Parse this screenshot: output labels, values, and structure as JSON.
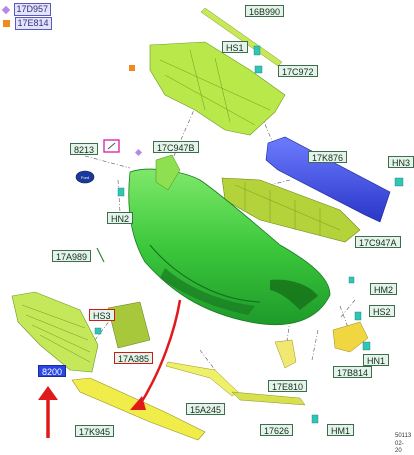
{
  "legend": [
    {
      "code": "17D957",
      "marker": "diamond",
      "color": "#b48ae6"
    },
    {
      "code": "17E814",
      "marker": "square",
      "color": "#f08a1c"
    }
  ],
  "labels": {
    "l_16B990": "16B990",
    "l_HS1": "HS1",
    "l_17C972": "17C972",
    "l_8213": "8213",
    "l_17C947B": "17C947B",
    "l_17K876": "17K876",
    "l_HN3": "HN3",
    "l_HN2": "HN2",
    "l_17C947A": "17C947A",
    "l_17A989": "17A989",
    "l_HM2": "HM2",
    "l_HS3": "HS3",
    "l_HS2": "HS2",
    "l_8200": "8200",
    "l_17A385": "17A385",
    "l_HN1": "HN1",
    "l_17B814": "17B814",
    "l_17E810": "17E810",
    "l_15A245": "15A245",
    "l_17626": "17626",
    "l_17K945": "17K945",
    "l_HM1": "HM1"
  },
  "reference": {
    "line1": "50113",
    "line2": "02-20"
  },
  "colors": {
    "bumper": "#3cc83c",
    "upper_bracket": "#b8e84a",
    "absorber": "#b4d23a",
    "beam": "#3e4ee6",
    "yellow_part": "#f0ec4a",
    "clip": "#30c6b6",
    "arrow": "#e01a1a"
  }
}
